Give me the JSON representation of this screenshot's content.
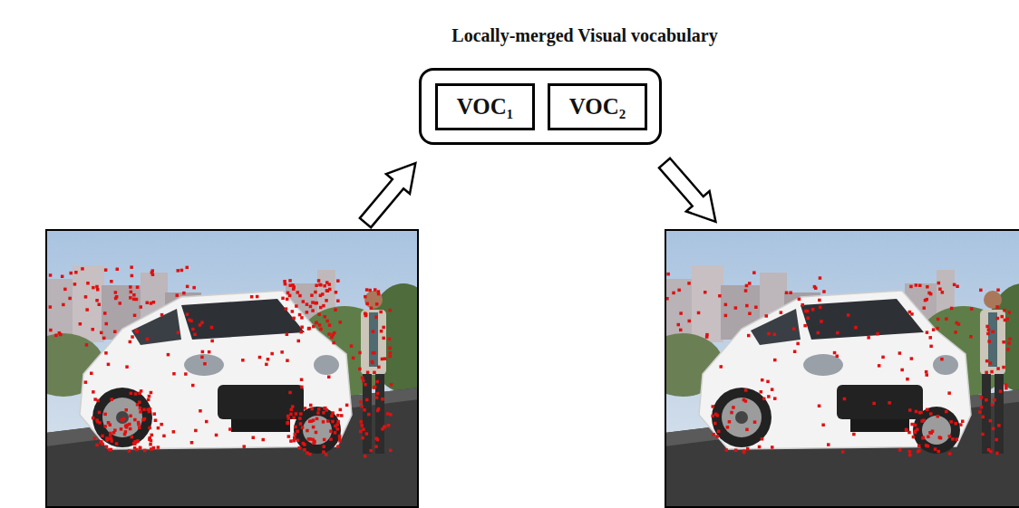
{
  "diagram": {
    "nodes": [
      {
        "text": [
          "Locally-merged Visual vocabulary"
        ]
      },
      {
        "text": [
          "VOC₁"
        ],
        "in": 0
      },
      {
        "text": [
          "VOC₂"
        ],
        "in": 0
      }
    ]
  }
}
